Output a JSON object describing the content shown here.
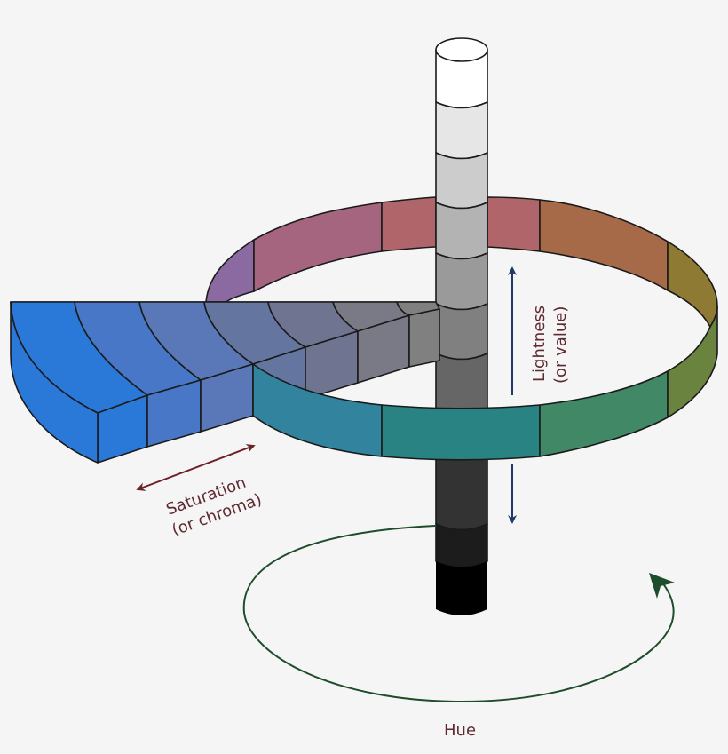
{
  "title": "HSL / HSV color solid diagram",
  "labels": {
    "lightness_line1": "Lightness",
    "lightness_line2": "(or value)",
    "saturation_line1": "Saturation",
    "saturation_line2": "(or chroma)",
    "hue": "Hue"
  },
  "colors": {
    "background": "#f5f5f5",
    "label_text": "#5e2a30",
    "lightness_arrow": "#1f3a66",
    "saturation_arrow": "#6b2228",
    "hue_arrow": "#1e4d2b",
    "outline": "#1a1a1a"
  },
  "lightness_column": {
    "description": "Vertical cylinder of grey levels from white (top) to black (bottom)",
    "levels_top_to_bottom": [
      "#ffffff",
      "#e6e6e6",
      "#cccccc",
      "#b3b3b3",
      "#9a9a9a",
      "#808080",
      "#666666",
      "#4d4d4d",
      "#333333",
      "#1c1c1c",
      "#000000"
    ]
  },
  "hue_ring": {
    "description": "Ring of hue segments around the column at mid lightness",
    "back_segments_left_to_right": [
      "#8a6aa0",
      "#a6657f",
      "#b0656a",
      "#b0656a",
      "#a66a48",
      "#8f7a33"
    ],
    "front_segments_left_to_right": [
      "#31839e",
      "#2a8383",
      "#418866",
      "#6a843f"
    ]
  },
  "saturation_wedge": {
    "description": "Wedge showing saturation levels from vivid blue (outer) to grey (center)",
    "levels_outer_to_inner": [
      "#2a79d9",
      "#4877c7",
      "#5a78b8",
      "#64769f",
      "#6f7491",
      "#797a86",
      "#808080"
    ]
  }
}
